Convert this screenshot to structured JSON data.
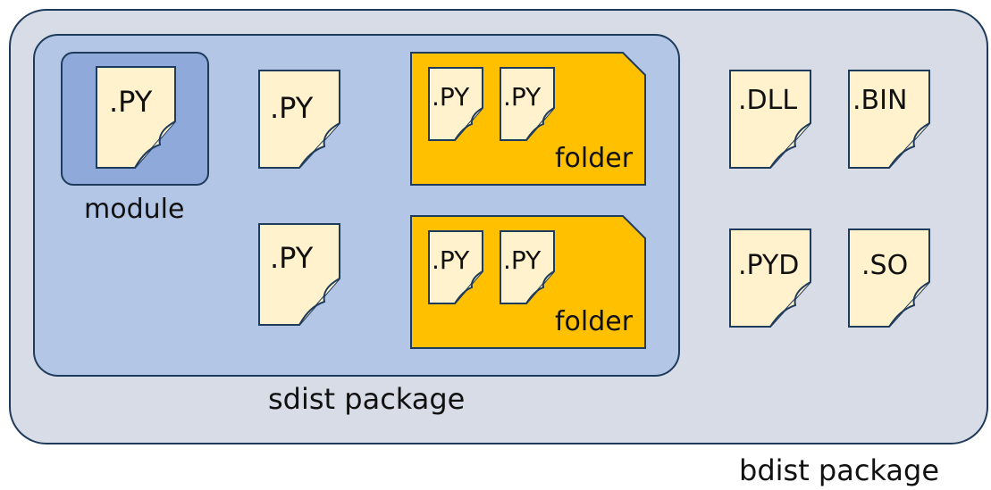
{
  "labels": {
    "module": "module",
    "sdist": "sdist package",
    "bdist": "bdist package",
    "folder": "folder"
  },
  "files": {
    "module_py": ".PY",
    "sdist_py_top": ".PY",
    "sdist_py_bottom": ".PY",
    "folder1_py_a": ".PY",
    "folder1_py_b": ".PY",
    "folder2_py_a": ".PY",
    "folder2_py_b": ".PY",
    "dll": ".DLL",
    "bin": ".BIN",
    "pyd": ".PYD",
    "so": ".SO"
  },
  "colors": {
    "bdist_fill": "#d7dce6",
    "sdist_fill": "#b3c6e6",
    "module_fill": "#8ea9da",
    "folder_fill": "#ffc000",
    "file_fill": "#fff2cc",
    "outline": "#1f3b5c"
  },
  "icons": {
    "file": "document-icon",
    "folder": "folder-icon"
  }
}
